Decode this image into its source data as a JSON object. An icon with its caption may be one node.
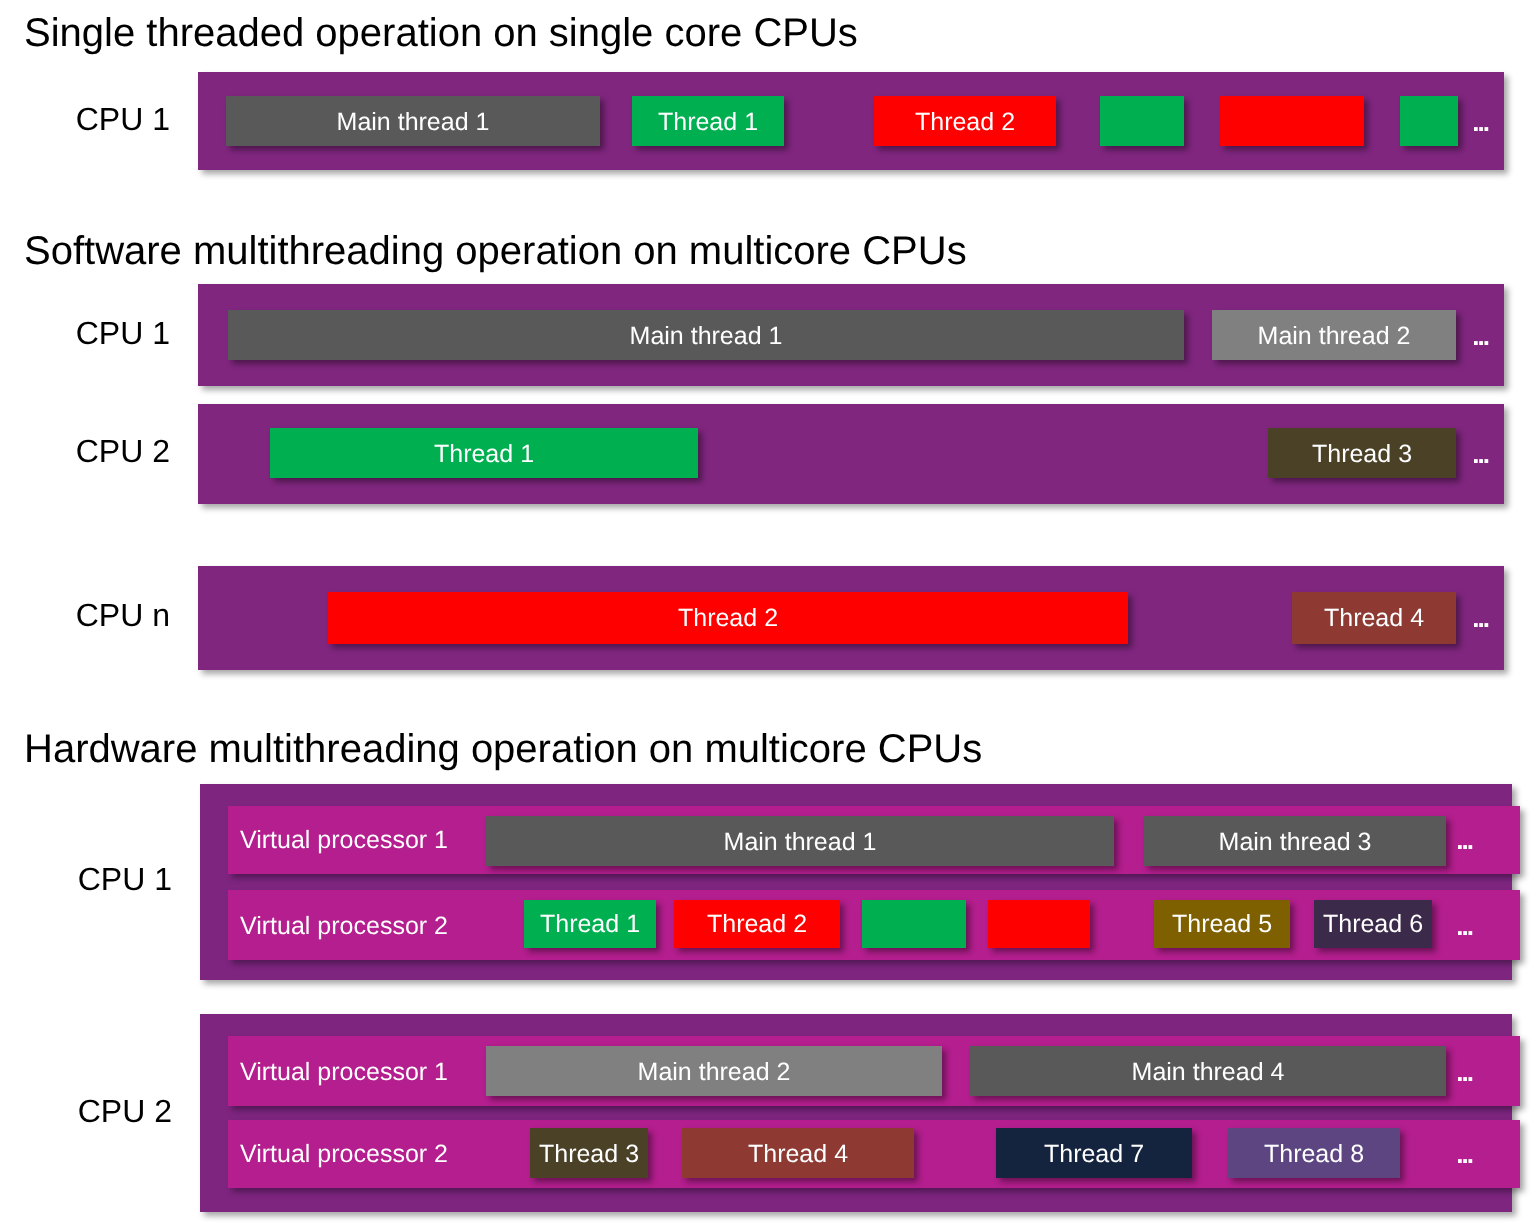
{
  "diagram": {
    "nodes": [
      {
        "text": [
          "CPU 1",
          "..."
        ]
      },
      {
        "text": [
          "Main thread 1"
        ],
        "in": 0
      },
      {
        "text": [
          "Thread 1"
        ],
        "in": 0
      },
      {
        "text": [
          "Thread 2"
        ],
        "in": 0
      },
      {
        "text": [],
        "shape": "box",
        "in": 0
      },
      {
        "text": [],
        "shape": "box",
        "in": 0
      },
      {
        "text": [],
        "shape": "box",
        "in": 0
      },
      {
        "text": [
          "CPU 1",
          "..."
        ]
      },
      {
        "text": [
          "Main thread 1"
        ],
        "in": 7
      },
      {
        "text": [
          "Main thread 2"
        ],
        "in": 7
      },
      {
        "text": [
          "CPU 2",
          "..."
        ]
      },
      {
        "text": [
          "Thread 1"
        ],
        "in": 10
      },
      {
        "text": [
          "Thread 3"
        ],
        "in": 10
      },
      {
        "text": [
          "CPU n",
          "..."
        ]
      },
      {
        "text": [
          "Thread 2"
        ],
        "in": 13
      },
      {
        "text": [
          "Thread 4"
        ],
        "in": 13
      },
      {
        "text": [
          "CPU 1"
        ]
      },
      {
        "text": [
          "Virtual processor 1",
          "..."
        ],
        "in": 16
      },
      {
        "text": [
          "Main thread 1"
        ],
        "in": 17
      },
      {
        "text": [
          "Main thread 3"
        ],
        "in": 17
      },
      {
        "text": [
          "Virtual processor 2",
          "..."
        ],
        "in": 16
      },
      {
        "text": [
          "Thread 1"
        ],
        "in": 20
      },
      {
        "text": [
          "Thread 2"
        ],
        "in": 20
      },
      {
        "text": [],
        "shape": "box",
        "in": 20
      },
      {
        "text": [],
        "shape": "box",
        "in": 20
      },
      {
        "text": [
          "Thread 5"
        ],
        "in": 20
      },
      {
        "text": [
          "Thread 6"
        ],
        "in": 20
      },
      {
        "text": [
          "CPU 2"
        ]
      },
      {
        "text": [
          "Virtual processor 1",
          "..."
        ],
        "in": 27
      },
      {
        "text": [
          "Main thread 2"
        ],
        "in": 28
      },
      {
        "text": [
          "Main thread 4"
        ],
        "in": 28
      },
      {
        "text": [
          "Virtual processor 2",
          "..."
        ],
        "in": 27
      },
      {
        "text": [
          "Thread 3"
        ],
        "in": 31
      },
      {
        "text": [
          "Thread 4"
        ],
        "in": 31
      },
      {
        "text": [
          "Thread 7"
        ],
        "in": 31
      },
      {
        "text": [
          "Thread 8"
        ],
        "in": 31
      }
    ],
    "labels": [
      "Single threaded operation on single core CPUs",
      "Software multithreading operation on multicore CPUs",
      "Hardware multithreading operation on multicore CPUs"
    ]
  }
}
